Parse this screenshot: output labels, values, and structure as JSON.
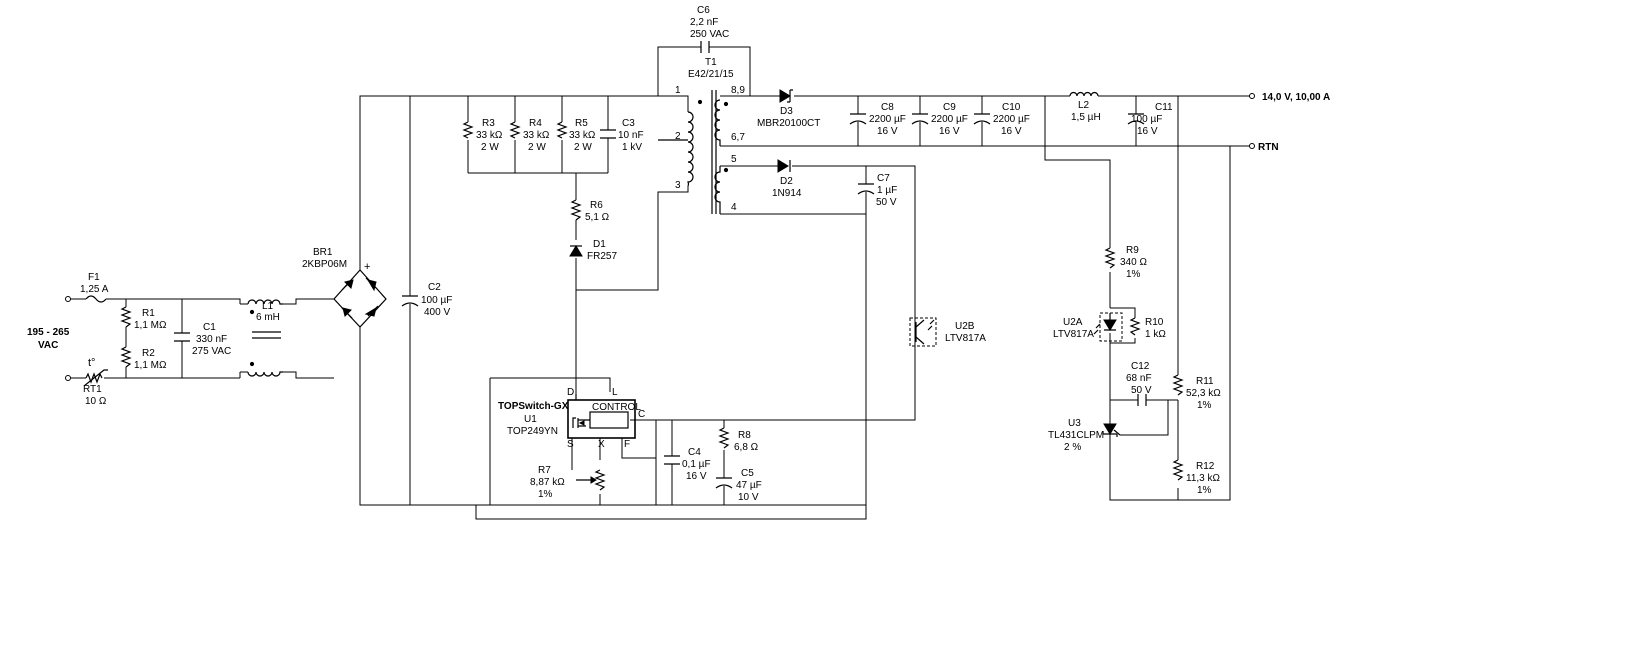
{
  "input": {
    "voltage": "195 - 265",
    "unit": "VAC"
  },
  "output": {
    "main": "14,0 V, 10,00 A",
    "rtn": "RTN"
  },
  "parts": {
    "F1": {
      "ref": "F1",
      "value": "1,25 A"
    },
    "RT1": {
      "ref": "RT1",
      "value": "10 Ω",
      "symbol": "t°"
    },
    "R1": {
      "ref": "R1",
      "value": "1,1 MΩ"
    },
    "R2": {
      "ref": "R2",
      "value": "1,1 MΩ"
    },
    "C1": {
      "ref": "C1",
      "value": "330 nF",
      "rating": "275 VAC"
    },
    "L1": {
      "ref": "L1",
      "value": "6 mH"
    },
    "BR1": {
      "ref": "BR1",
      "value": "2KBP06M",
      "plus": "+"
    },
    "C2": {
      "ref": "C2",
      "value": "100 µF",
      "rating": "400 V"
    },
    "R3": {
      "ref": "R3",
      "value": "33 kΩ",
      "rating": "2 W"
    },
    "R4": {
      "ref": "R4",
      "value": "33 kΩ",
      "rating": "2 W"
    },
    "R5": {
      "ref": "R5",
      "value": "33 kΩ",
      "rating": "2 W"
    },
    "C3": {
      "ref": "C3",
      "value": "10 nF",
      "rating": "1 kV"
    },
    "R6": {
      "ref": "R6",
      "value": "5,1 Ω"
    },
    "D1": {
      "ref": "D1",
      "value": "FR257"
    },
    "C6": {
      "ref": "C6",
      "value": "2,2 nF",
      "rating": "250 VAC"
    },
    "T1": {
      "ref": "T1",
      "value": "E42/21/15",
      "pins": [
        "1",
        "2",
        "3",
        "8,9",
        "6,7",
        "5",
        "4"
      ]
    },
    "D3": {
      "ref": "D3",
      "value": "MBR20100CT"
    },
    "D2": {
      "ref": "D2",
      "value": "1N914"
    },
    "C7": {
      "ref": "C7",
      "value": "1 µF",
      "rating": "50 V"
    },
    "C8": {
      "ref": "C8",
      "value": "2200 µF",
      "rating": "16 V"
    },
    "C9": {
      "ref": "C9",
      "value": "2200 µF",
      "rating": "16 V"
    },
    "C10": {
      "ref": "C10",
      "value": "2200 µF",
      "rating": "16 V"
    },
    "L2": {
      "ref": "L2",
      "value": "1,5 µH"
    },
    "C11": {
      "ref": "C11",
      "value": "100 µF",
      "rating": "16 V"
    },
    "U2B": {
      "ref": "U2B",
      "value": "LTV817A"
    },
    "U2A": {
      "ref": "U2A",
      "value": "LTV817A"
    },
    "R9": {
      "ref": "R9",
      "value": "340 Ω",
      "tol": "1%"
    },
    "R10": {
      "ref": "R10",
      "value": "1 kΩ"
    },
    "C12": {
      "ref": "C12",
      "value": "68 nF",
      "rating": "50 V"
    },
    "U3": {
      "ref": "U3",
      "value": "TL431CLPM",
      "tol": "2 %"
    },
    "R11": {
      "ref": "R11",
      "value": "52,3 kΩ",
      "tol": "1%"
    },
    "R12": {
      "ref": "R12",
      "value": "11,3 kΩ",
      "tol": "1%"
    },
    "U1": {
      "family": "TOPSwitch-GX",
      "ref": "U1",
      "value": "TOP249YN",
      "block": "CONTROL",
      "pins": [
        "D",
        "L",
        "C",
        "S",
        "X",
        "F"
      ]
    },
    "R7": {
      "ref": "R7",
      "value": "8,87 kΩ",
      "tol": "1%"
    },
    "C4": {
      "ref": "C4",
      "value": "0,1 µF",
      "rating": "16 V"
    },
    "R8": {
      "ref": "R8",
      "value": "6,8 Ω"
    },
    "C5": {
      "ref": "C5",
      "value": "47 µF",
      "rating": "10 V"
    }
  }
}
